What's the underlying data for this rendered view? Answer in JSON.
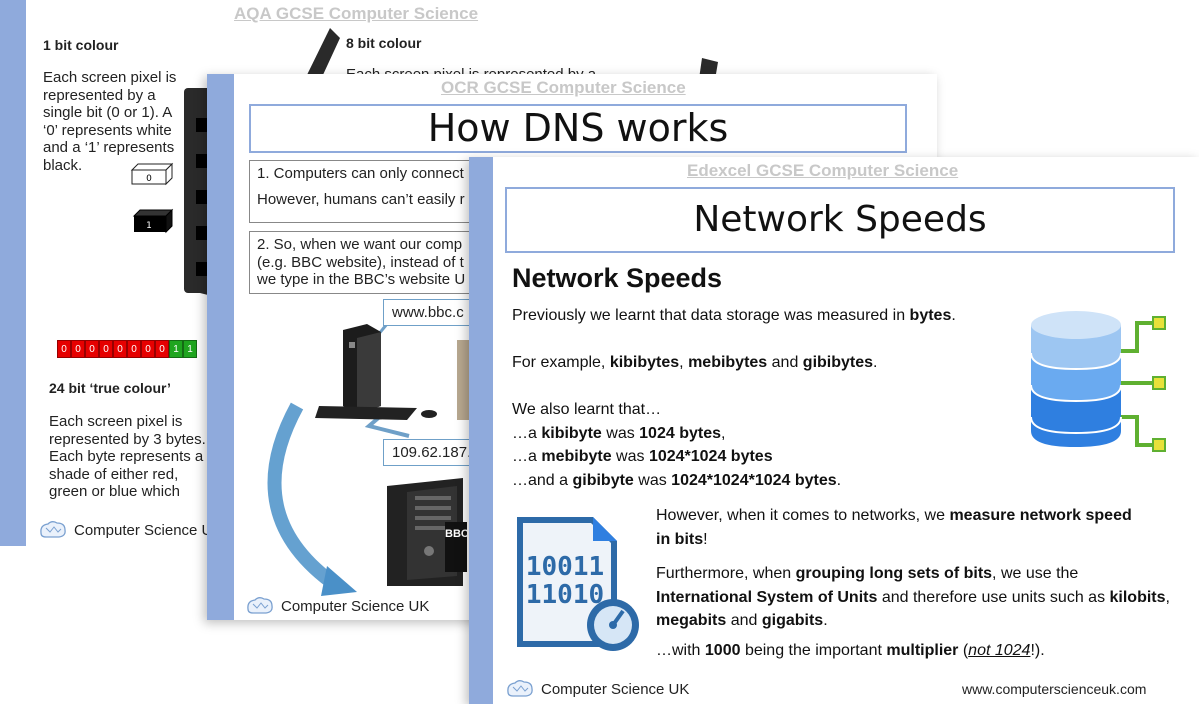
{
  "slides": {
    "aqa": {
      "exam_board": "AQA GCSE Computer Science",
      "left_heading": "1 bit colour",
      "left_body": "Each screen pixel is represented by a single bit (0 or 1). A ‘0’ represents white and a ‘1’ represents black.",
      "bit_zero": "0",
      "bit_one": "1",
      "right_heading": "8 bit colour",
      "right_body": "Each screen pixel is represented by a",
      "red_bits": [
        "0",
        "0",
        "0",
        "0",
        "0",
        "0",
        "0",
        "0"
      ],
      "green_bits": [
        "1",
        "1"
      ],
      "true_colour_heading": "24 bit ‘true colour’",
      "true_colour_body": "Each screen pixel is represented by 3 bytes. Each byte represents a shade of either red, green or blue which combine to make the pixel colour.",
      "brand": "Computer Science UK"
    },
    "ocr": {
      "exam_board": "OCR GCSE Computer Science",
      "title": "How DNS works",
      "box1_line1": "1. Computers can only connect",
      "box1_line2": "However, humans can’t easily r",
      "box2_line1": "2. So, when we want our comp",
      "box2_line2": "(e.g. BBC website), instead of t",
      "box2_line3": "we type in the BBC’s website U",
      "callout_url": "www.bbc.c",
      "callout_ip": "109.62.187.",
      "server_label": "BBC",
      "brand": "Computer Science UK"
    },
    "edexcel": {
      "exam_board": "Edexcel GCSE Computer Science",
      "title": "Network Speeds",
      "heading": "Network Speeds",
      "p1": {
        "a": "Previously we learnt that data storage was measured in ",
        "b": "bytes",
        "c": "."
      },
      "p2": {
        "a": "For example, ",
        "b1": "kibibytes",
        "s1": ", ",
        "b2": "mebibytes",
        "s2": " and ",
        "b3": "gibibytes",
        "c": "."
      },
      "p3": "We also learnt that…",
      "l1": {
        "a": "…a ",
        "b": "kibibyte",
        "c": " was ",
        "d": "1024 bytes",
        "e": ","
      },
      "l2": {
        "a": "…a ",
        "b": "mebibyte",
        "c": " was ",
        "d": "1024*1024 bytes"
      },
      "l3": {
        "a": "…and a ",
        "b": "gibibyte",
        "c": " was ",
        "d": "1024*1024*1024 bytes",
        "e": "."
      },
      "p4": {
        "a": "However, when it comes to networks, we ",
        "b": "measure network speed",
        "c": "in bits",
        "d": "!"
      },
      "p5": {
        "a": "Furthermore, when ",
        "b": "grouping long sets of bits",
        "c": ", we use the ",
        "d": "International System of Units",
        "e": " and therefore use units such as ",
        "f": "kilobits",
        "g": ",",
        "h": "megabits",
        "i": " and ",
        "j": "gigabits",
        "k": "."
      },
      "p6": {
        "a": "…with ",
        "b": "1000",
        "c": " being the important ",
        "d": "multiplier",
        "e": " (",
        "f": "not 1024",
        "g": "!)."
      },
      "binary_top": "10011",
      "binary_bottom": "11010",
      "brand": "Computer Science UK",
      "url": "www.computerscienceuk.com"
    }
  },
  "colors": {
    "stripe": "#8faadc",
    "title_border": "#8faadc",
    "db_blue": "#2f7fe0",
    "db_light": "#9dc6f2",
    "node_green": "#5fb031",
    "node_yellow": "#e8e13a",
    "red_bit": "#e60000",
    "green_bit": "#1fa51f"
  }
}
